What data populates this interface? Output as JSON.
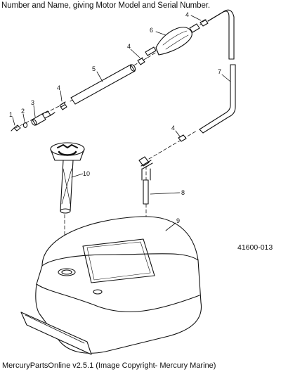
{
  "header_text": "Number and Name, giving Motor Model and Serial Number.",
  "drawing_number": "41600-013",
  "copyright": "MercuryPartsOnline v2.5.1 (Image Copyright- Mercury Marine)",
  "callouts": {
    "c1": "1",
    "c2": "2",
    "c3": "3",
    "c4a": "4",
    "c4b": "4",
    "c4c": "4",
    "c4d": "4",
    "c5": "5",
    "c6": "6",
    "c7": "7",
    "c8": "8",
    "c9": "9",
    "c10": "10"
  }
}
